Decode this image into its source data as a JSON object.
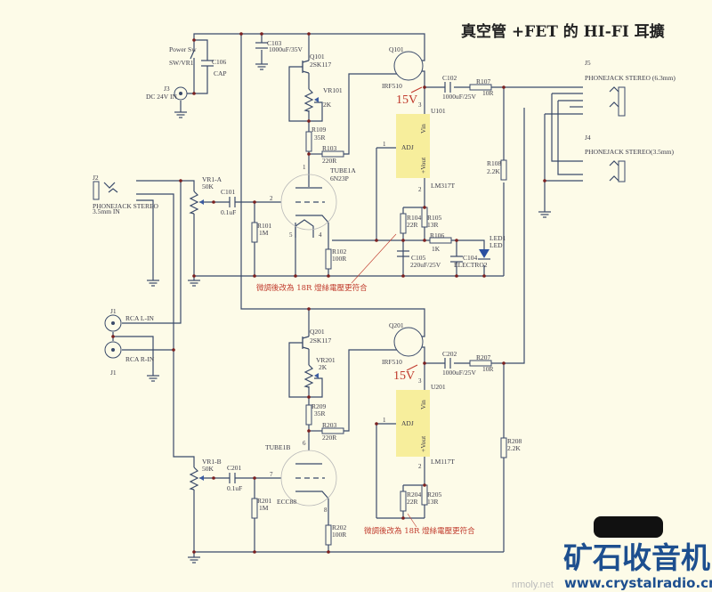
{
  "title": "真空管 +FET 的 HI-FI 耳擴",
  "annotations": {
    "v15_top": "15V",
    "v15_bottom": "15V",
    "note_top": "微調後改為 18R 燈絲電壓更符合",
    "note_bottom": "微調後改為 18R 燈絲電壓更符合"
  },
  "watermark": {
    "brand": "矿石收音机",
    "url": "www.crystalradio.cn",
    "sub": "nmoly.net"
  },
  "colors": {
    "wire": "#3a4a6a",
    "regulator": "#f7ee9c",
    "annotation": "#c0392b",
    "watermark": "#1d4f8f",
    "background": "#fdfbe8"
  },
  "labels": {
    "power_sw": "Power Sw",
    "sw_vr1": "SW/VR1",
    "c106": "C106",
    "c106_v": "CAP",
    "j3": "J3",
    "j3_v": "DC 24V IN",
    "c103": "C103",
    "c103_v": "1000uF/35V",
    "q101": "Q101",
    "q101_v": "2SK117",
    "vr101": "VR101",
    "vr101_v": "2K",
    "r109": "R109",
    "r109_v": "35R",
    "r103": "R103",
    "r103_v": "220R",
    "tube1a": "TUBE1A",
    "tube1a_v": "6N23P",
    "j2": "J2",
    "j2_v": "PHONEJACK STEREO",
    "j2_v2": "3.5mm IN",
    "vr1a": "VR1-A",
    "vr1a_v": "50K",
    "c101": "C101",
    "c101_v": "0.1uF",
    "r101": "R101",
    "r101_v": "1M",
    "r102": "R102",
    "r102_v": "100R",
    "q101m": "Q101",
    "q101m_v": "IRF510",
    "c102": "C102",
    "c102_v": "1000uF/25V",
    "r107": "R107",
    "r107_v": "10R",
    "u101": "U101",
    "u101_v": "LM317T",
    "adj": "ADJ",
    "vin": "Vin",
    "vout": "+Vout",
    "r104": "R104",
    "r104_v": "22R",
    "r105": "R105",
    "r105_v": "13R",
    "r106": "R106",
    "r106_v": "1K",
    "c105": "C105",
    "c105_v": "220uF/25V",
    "c104": "C104",
    "c104_v": "ELECTRO2",
    "led1": "LED1",
    "led1_v": "LED",
    "r108": "R108",
    "r108_v": "2.2K",
    "j5": "J5",
    "j5_v": "PHONEJACK STEREO (6.3mm)",
    "j4": "J4",
    "j4_v": "PHONEJACK STEREO(3.5mm)",
    "j1a": "J1",
    "rca_l": "RCA L-IN",
    "rca_r": "RCA R-IN",
    "j1b": "J1",
    "q201": "Q201",
    "q201_v": "2SK117",
    "vr201": "VR201",
    "vr201_v": "2K",
    "r209": "R209",
    "r209_v": "35R",
    "r203": "R203",
    "r203_v": "220R",
    "tube1b": "TUBE1B",
    "tube1b_v": "ECC88",
    "vr1b": "VR1-B",
    "vr1b_v": "50K",
    "c201": "C201",
    "c201_v": "0.1uF",
    "r201": "R201",
    "r201_v": "1M",
    "r202": "R202",
    "r202_v": "100R",
    "q201m": "Q201",
    "q201m_v": "IRF510",
    "c202": "C202",
    "c202_v": "1000uF/25V",
    "r207": "R207",
    "r207_v": "10R",
    "u201": "U201",
    "u201_v": "LM117T",
    "r204": "R204",
    "r204_v": "22R",
    "r205": "R205",
    "r205_v": "13R",
    "r208": "R208",
    "r208_v": "2.2K"
  },
  "pins": {
    "p1": "1",
    "p2": "2",
    "p3": "3",
    "p4": "4",
    "p5": "5",
    "p6": "6",
    "p7": "7",
    "p8": "8"
  }
}
